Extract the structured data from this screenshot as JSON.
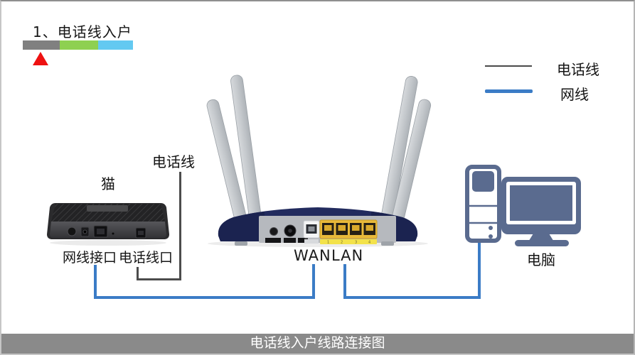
{
  "header": {
    "step_title": "1、电话线入户",
    "progress": {
      "segment_colors": [
        "#808080",
        "#8ed051",
        "#63c9f1"
      ],
      "pointer_color": "#ee1111",
      "active_step": 1,
      "total_steps": 3
    }
  },
  "legend": {
    "items": [
      {
        "label": "电话线",
        "color": "#4a4a4a",
        "style": "thin"
      },
      {
        "label": "网线",
        "color": "#3b7cc6",
        "style": "thick"
      }
    ]
  },
  "diagram": {
    "incoming_line_label": "电话线",
    "modem": {
      "title": "猫",
      "ethernet_port_label": "网线接口",
      "phone_port_label": "电话线口"
    },
    "router": {
      "wan_label": "WAN",
      "lan_label": "LAN"
    },
    "computer": {
      "label": "电脑"
    }
  },
  "footer": {
    "caption": "电话线入户线路连接图",
    "bg_color": "#8a8a8a"
  },
  "colors": {
    "cable_network": "#3b7cc6",
    "cable_phone": "#4c4c4c",
    "computer_icon": "#5a6b8f",
    "lan_ports": "#e8b93a",
    "router_body": "#222b5e",
    "footer_bar": "#8a8a8a"
  }
}
